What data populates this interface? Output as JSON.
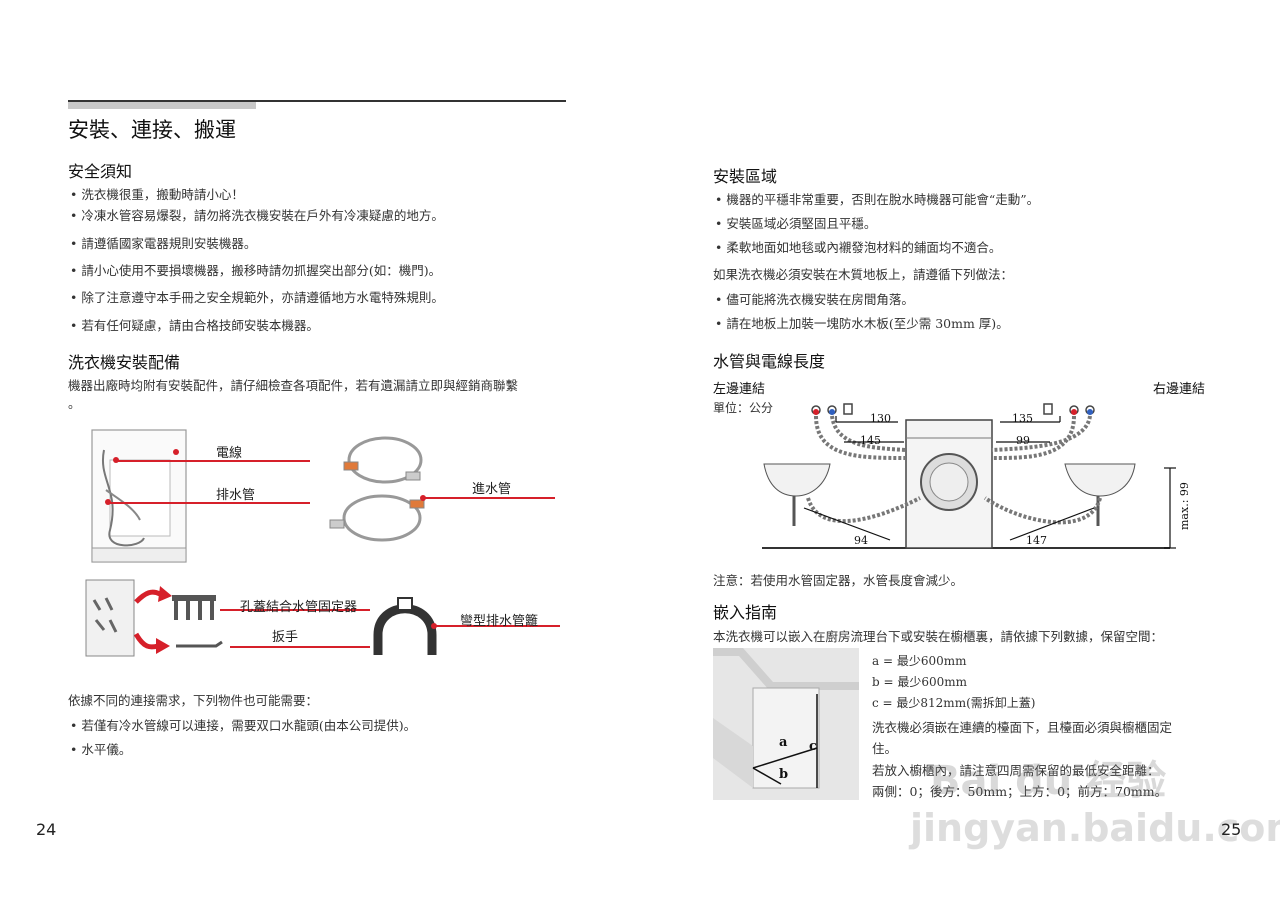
{
  "left_page": {
    "title": "安裝、連接、搬運",
    "safety": {
      "heading": "安全須知",
      "items": [
        "洗衣機很重，搬動時請小心！",
        "冷凍水管容易爆裂，請勿將洗衣機安裝在戶外有冷凍疑慮的地方。",
        "請遵循國家電器規則安裝機器。",
        "請小心使用不要損壞機器，搬移時請勿抓握突出部分(如：機門)。",
        "除了注意遵守本手冊之安全規範外，亦請遵循地方水電特殊規則。",
        "若有任何疑慮，請由合格技師安裝本機器。"
      ]
    },
    "accessories": {
      "heading": "洗衣機安裝配備",
      "intro_line1": "機器出廠時均附有安裝配件，請仔細檢查各項配件，若有遺漏請立即與經銷商聯繫",
      "intro_line2": "。",
      "labels": {
        "power_cord": "電線",
        "drain_hose": "排水管",
        "inlet_hose": "進水管",
        "caps": "孔蓋結合水管固定器",
        "wrench": "扳手",
        "curved_drain": "彎型排水管籬"
      }
    },
    "extra": {
      "intro": "依據不同的連接需求，下列物件也可能需要：",
      "items": [
        "若僅有冷水管線可以連接，需要双口水龍頭(由本公司提供)。",
        "水平儀。"
      ]
    },
    "page_number": "24"
  },
  "right_page": {
    "install_area": {
      "heading": "安裝區域",
      "items": [
        "機器的平穩非常重要，否則在脫水時機器可能會“走動”。",
        "安裝區域必須堅固且平穩。",
        "柔軟地面如地毯或內襯發泡材料的鋪面均不適合。"
      ],
      "wood_intro": "如果洗衣機必須安裝在木質地板上，請遵循下列做法：",
      "wood_items": [
        "儘可能將洗衣機安裝在房間角落。",
        "請在地板上加裝一塊防水木板(至少需 30mm 厚)。"
      ]
    },
    "hose_length": {
      "heading": "水管與電線長度",
      "left_label": "左邊連結",
      "right_label": "右邊連結",
      "unit": "單位：公分",
      "dims": {
        "left_top": "130",
        "left_mid": "145",
        "left_bottom": "94",
        "right_top": "135",
        "right_mid": "99",
        "right_bottom": "147",
        "height": "max.: 99"
      },
      "note": "注意：若使用水管固定器，水管長度會減少。"
    },
    "builtin": {
      "heading": "嵌入指南",
      "intro": "本洗衣機可以嵌入在廚房流理台下或安裝在櫥櫃裏，請依據下列數據，保留空間：",
      "dims": [
        "a = 最少600mm",
        "b = 最少600mm",
        "c = 最少812mm(需拆卸上蓋)"
      ],
      "text_line1": "洗衣機必須嵌在連續的檯面下，且檯面必須與櫥櫃固定",
      "text_line2": "住。",
      "text_line3": "若放入櫥櫃內，請注意四周需保留的最低安全距離：",
      "text_line4": "兩側：0；後方：50mm；上方：0；前方：70mm。",
      "diagram_labels": {
        "a": "a",
        "b": "b",
        "c": "c"
      }
    },
    "page_number": "25",
    "watermark": {
      "line1": "Bai du 经验",
      "line2": "jingyan.baidu.com"
    }
  },
  "colors": {
    "accent_red": "#d6202a",
    "rule_gray": "#c8c8c8",
    "rule_dark": "#333333",
    "illustration_gray": "#8a8a8a"
  }
}
